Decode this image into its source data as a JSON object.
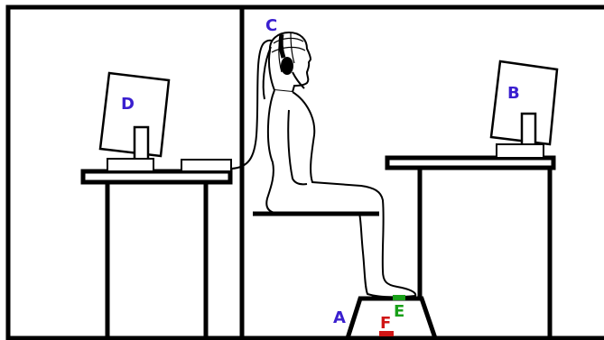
{
  "labels": {
    "a": "A",
    "b": "B",
    "c": "C",
    "d": "D",
    "e": "E",
    "f": "F"
  },
  "colors": {
    "label_blue": "#3a1fcf",
    "marker_green": "#19a019",
    "marker_red": "#d01515",
    "line": "#000000"
  }
}
